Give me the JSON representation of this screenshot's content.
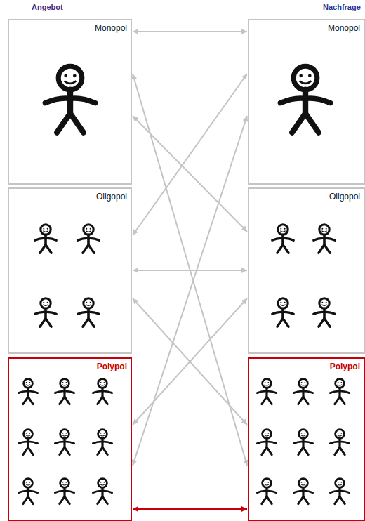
{
  "diagram": {
    "nodes": [
      {
        "text": [
          "Monopol"
        ]
      },
      {
        "text": [
          "Monopol"
        ]
      },
      {
        "text": [
          "Oligopol"
        ]
      },
      {
        "text": [
          "Oligopol"
        ]
      },
      {
        "text": [
          "Polypol"
        ]
      },
      {
        "text": [
          "Polypol"
        ]
      }
    ],
    "edges": [
      {
        "from": 0,
        "to": 1,
        "arrow": "both"
      },
      {
        "from": 0,
        "to": 3,
        "arrow": "both"
      },
      {
        "from": 0,
        "to": 5,
        "arrow": "both"
      },
      {
        "from": 2,
        "to": 1,
        "arrow": "both"
      },
      {
        "from": 2,
        "to": 3,
        "arrow": "both"
      },
      {
        "from": 2,
        "to": 5,
        "arrow": "both"
      },
      {
        "from": 4,
        "to": 1,
        "arrow": "both"
      },
      {
        "from": 4,
        "to": 3,
        "arrow": "both"
      },
      {
        "from": 4,
        "to": 5,
        "arrow": "both"
      }
    ],
    "labels": [
      "Angebot",
      "Nachfrage"
    ]
  }
}
